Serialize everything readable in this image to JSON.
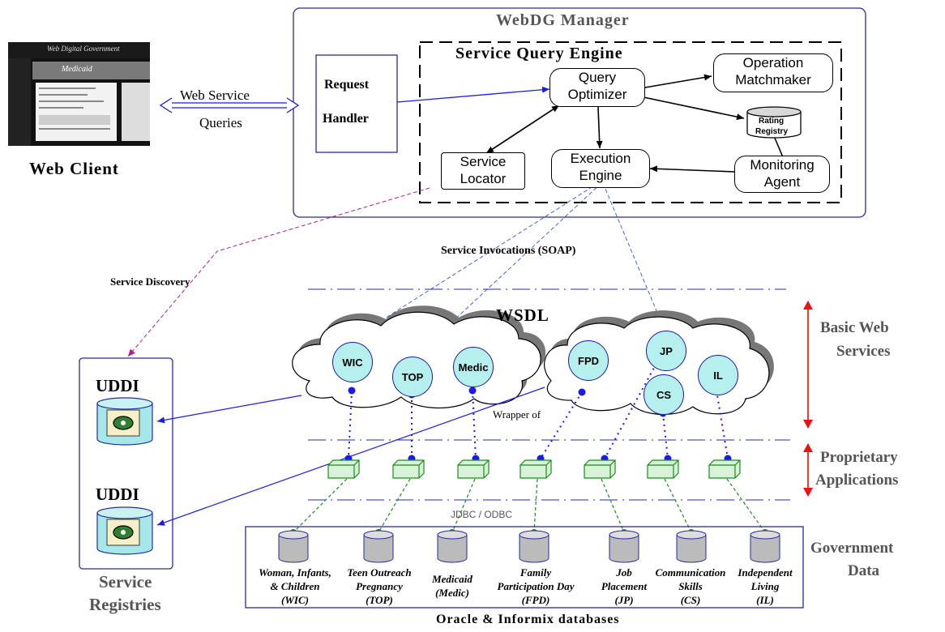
{
  "client": {
    "label": "Web Client",
    "screen_title": "Web Digital Government",
    "screen_banner": "Medicaid"
  },
  "queries": {
    "line1": "Web Service",
    "line2": "Queries"
  },
  "manager": {
    "title": "WebDG Manager",
    "request_handler": {
      "line1": "Request",
      "line2": "Handler"
    },
    "engine_title": "Service Query Engine",
    "query_optimizer": {
      "line1": "Query",
      "line2": "Optimizer"
    },
    "operation_matchmaker": {
      "line1": "Operation",
      "line2": "Matchmaker"
    },
    "rating_registry": {
      "line1": "Rating",
      "line2": "Registry"
    },
    "service_locator": {
      "line1": "Service",
      "line2": "Locator"
    },
    "execution_engine": {
      "line1": "Execution",
      "line2": "Engine"
    },
    "monitoring_agent": {
      "line1": "Monitoring",
      "line2": "Agent"
    }
  },
  "invocations": "Service Invocations (SOAP)",
  "discovery": "Service Discovery",
  "wsdl": "WSDL",
  "wrapper": "Wrapper of",
  "jdbc": "JDBC / ODBC",
  "services": [
    "WIC",
    "TOP",
    "Medic",
    "FPD",
    "JP",
    "CS",
    "IL"
  ],
  "registry": {
    "uddi1": "UDDI",
    "uddi2": "UDDI",
    "label1": "Service",
    "label2": "Registries"
  },
  "layers": {
    "basic1": "Basic Web",
    "basic2": "Services",
    "prop1": "Proprietary",
    "prop2": "Applications",
    "gov1": "Government",
    "gov2": "Data"
  },
  "databases": [
    {
      "l1": "Woman, Infants,",
      "l2": "& Children",
      "l3": "(WIC)"
    },
    {
      "l1": "Teen Outreach",
      "l2": "Pregnancy",
      "l3": "(TOP)"
    },
    {
      "l1": "Medicaid",
      "l2": "(Medic)",
      "l3": ""
    },
    {
      "l1": "Family",
      "l2": "Participation Day",
      "l3": "(FPD)"
    },
    {
      "l1": "Job",
      "l2": "Placement",
      "l3": "(JP)"
    },
    {
      "l1": "Communication",
      "l2": "Skills",
      "l3": "(CS)"
    },
    {
      "l1": "Independent",
      "l2": "Living",
      "l3": "(IL)"
    }
  ],
  "oracle": "Oracle & Informix databases",
  "colors": {
    "blue_arrow": "#1a1aee",
    "magenta": "#b0208c",
    "red": "#ee1111",
    "green": "#1e8a1e",
    "cyan": "#b6f0ee",
    "cloud": "#888888"
  }
}
